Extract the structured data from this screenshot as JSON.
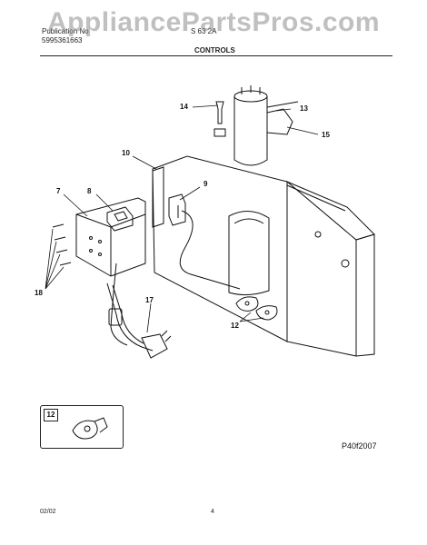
{
  "watermark": "AppliancePartsPros.com",
  "header": {
    "publication_label": "Publication No",
    "publication_number": "5995361663",
    "model_fragment": "S 63 2A",
    "section_title": "CONTROLS"
  },
  "callouts": {
    "c7": "7",
    "c8": "8",
    "c9": "9",
    "c10": "10",
    "c12": "12",
    "c13": "13",
    "c14": "14",
    "c15": "15",
    "c17": "17",
    "c18": "18"
  },
  "inset": {
    "label": "12"
  },
  "diagram_code": "P40f2007",
  "footer": {
    "date": "02/02",
    "page": "4"
  }
}
